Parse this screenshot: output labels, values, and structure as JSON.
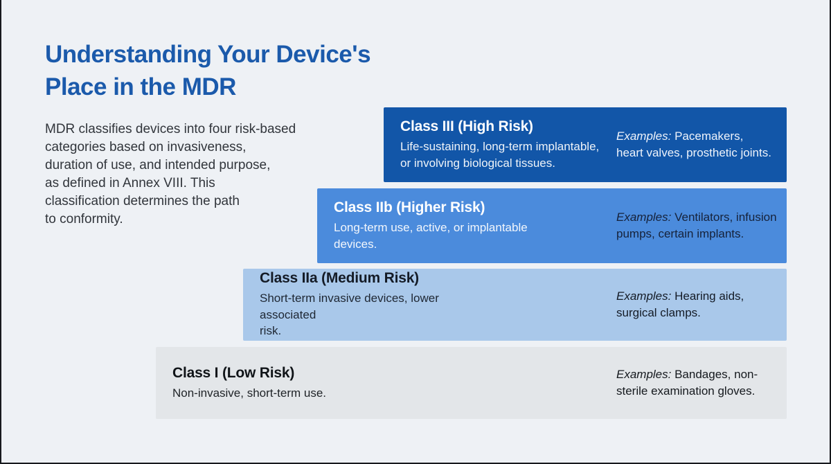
{
  "page": {
    "background_color": "#eef1f5",
    "edge_color": "#17191d"
  },
  "header": {
    "title": "Understanding Your Device's\nPlace in the MDR",
    "title_color": "#1b5aab"
  },
  "intro": {
    "text": "MDR classifies devices into four risk-based\ncategories based on invasiveness,\nduration of use, and intended purpose,\nas defined in Annex VIII. This\nclassification determines the path\nto conformity."
  },
  "classes": [
    {
      "id": "class-iii",
      "title": "Class III (High Risk)",
      "description": "Life-sustaining, long-term implantable,\nor involving biological tissues.",
      "examples_label": "Examples:",
      "examples_text": " Pacemakers,\nheart valves, prosthetic joints.",
      "bar_color": "#1256a8",
      "text_color": "#ffffff",
      "examples_color": "#eef3fb"
    },
    {
      "id": "class-iib",
      "title": "Class IIb (Higher Risk)",
      "description": "Long-term use, active, or implantable\ndevices.",
      "examples_label": "Examples:",
      "examples_text": " Ventilators, infusion\npumps, certain implants.",
      "bar_color": "#4b8bdc",
      "text_color": "#ffffff",
      "examples_color": "#16223a"
    },
    {
      "id": "class-iia",
      "title": "Class IIa (Medium Risk)",
      "description": "Short-term invasive devices, lower associated\nrisk.",
      "examples_label": "Examples:",
      "examples_text": " Hearing aids,\nsurgical clamps.",
      "bar_color": "#a9c8ea",
      "text_color": "#141b26",
      "examples_color": "#141b26"
    },
    {
      "id": "class-i",
      "title": "Class I (Low Risk)",
      "description": "Non-invasive, short-term use.",
      "examples_label": "Examples:",
      "examples_text": " Bandages, non-\nsterile examination gloves.",
      "bar_color": "#e3e6e9",
      "text_color": "#101418",
      "examples_color": "#15191e"
    }
  ]
}
